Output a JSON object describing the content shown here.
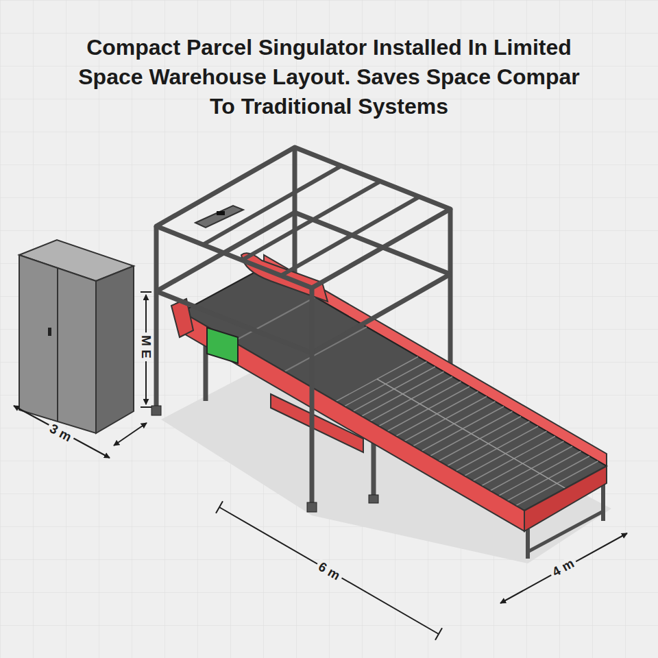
{
  "diagram": {
    "title": "Compact Parcel Singulator Installed In Limited Space Warehouse Layout. Saves Space Compar To Traditional Systems",
    "labels": [
      "M E",
      "3 m",
      "6 m",
      "4 m"
    ]
  }
}
